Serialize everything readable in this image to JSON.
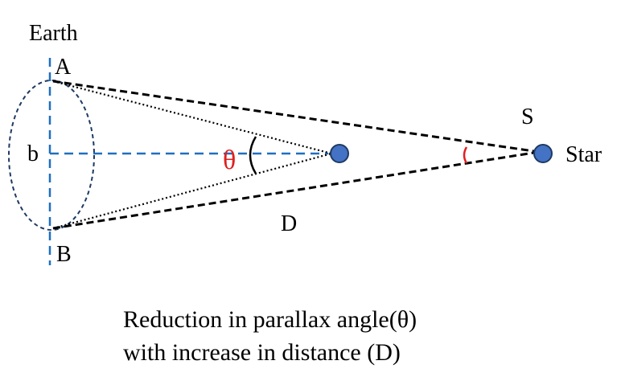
{
  "labels": {
    "earth": "Earth",
    "point_a": "A",
    "point_b": "B",
    "baseline": "b",
    "theta": "θ",
    "star_point": "S",
    "star": "Star",
    "distance": "D"
  },
  "caption": {
    "line1": "Reduction in parallax angle(θ)",
    "line2": "with increase in distance (D)"
  },
  "colors": {
    "axis_dash": "#1F6FC0",
    "ellipse": "#1F3A63",
    "star_fill": "#4472C4",
    "star_stroke": "#1F3A63",
    "theta": "#E02020",
    "lines": "#000000"
  }
}
